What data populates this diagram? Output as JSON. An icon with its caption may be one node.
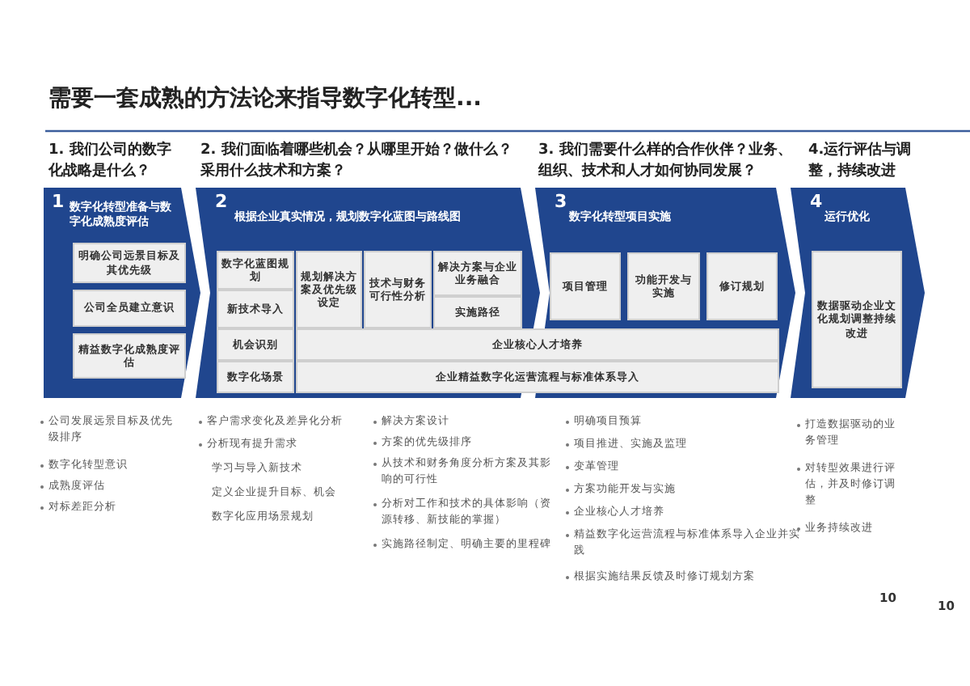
{
  "diagram": {
    "title": "需要一套成熟的方法论来指导数字化转型...",
    "nodes": [
      {
        "text": [
          "1",
          "数字化转型准备与数字化成熟度评估"
        ]
      },
      {
        "text": [
          "明确公司远景目标及其优先级"
        ],
        "in": 0
      },
      {
        "text": [
          "公司全员建立意识"
        ],
        "in": 0
      },
      {
        "text": [
          "精益数字化成熟度评估"
        ],
        "in": 0
      },
      {
        "text": [
          "2",
          "根据企业真实情况，规划数字化蓝图与路线图"
        ]
      },
      {
        "text": [
          "数字化蓝图规划"
        ],
        "in": 4
      },
      {
        "text": [
          "规划解决方案及优先级设定"
        ],
        "in": 4
      },
      {
        "text": [
          "技术与财务可行性分析"
        ],
        "in": 4
      },
      {
        "text": [
          "解决方案与企业业务融合"
        ],
        "in": 4
      },
      {
        "text": [
          "新技术导入"
        ],
        "in": 4
      },
      {
        "text": [
          "实施路径"
        ],
        "in": 4
      },
      {
        "text": [
          "机会识别"
        ],
        "in": 4
      },
      {
        "text": [
          "数字化场景"
        ],
        "in": 4
      },
      {
        "text": [
          "3",
          "数字化转型项目实施"
        ]
      },
      {
        "text": [
          "项目管理"
        ],
        "in": 13
      },
      {
        "text": [
          "功能开发与实施"
        ],
        "in": 13
      },
      {
        "text": [
          "修订规划"
        ],
        "in": 13
      },
      {
        "text": [
          "企业核心人才培养"
        ]
      },
      {
        "text": [
          "企业精益数字化运营流程与标准体系导入"
        ]
      },
      {
        "text": [
          "4",
          "运行优化"
        ]
      },
      {
        "text": [
          "数据驱动企业文化规划调整持续改进"
        ],
        "in": 19
      }
    ],
    "labels": [
      "1. 我们公司的数字化战略是什么？",
      "2. 我们面临着哪些机会？从哪里开始？做什么？采用什么技术和方案？",
      "3. 我们需要什么样的合作伙伴？业务、组织、技术和人才如何协同发展？",
      "4.运行评估与调整，持续改进",
      "公司发展远景目标及优先级排序",
      "数字化转型意识",
      "成熟度评估",
      "对标差距分析",
      "客户需求变化及差异化分析",
      "分析现有提升需求",
      "学习与导入新技术",
      "定义企业提升目标、机会",
      "数字化应用场景规划",
      "解决方案设计",
      "方案的优先级排序",
      "从技术和财务角度分析方案及其影响的可行性",
      "分析对工作和技术的具体影响（资源转移、新技能的掌握）",
      "实施路径制定、明确主要的里程碑",
      "明确项目预算",
      "项目推进、实施及监理",
      "变革管理",
      "方案功能开发与实施",
      "企业核心人才培养",
      "精益数字化运营流程与标准体系导入企业并实践",
      "根据实施结果反馈及时修订规划方案",
      "打造数据驱动的业务管理",
      "对转型效果进行评估，并及时修订调整",
      "业务持续改进",
      "10",
      "10"
    ]
  }
}
